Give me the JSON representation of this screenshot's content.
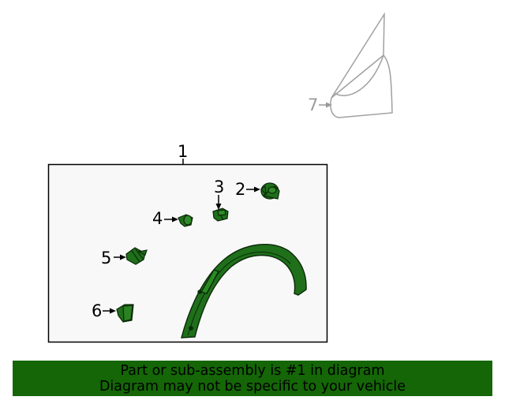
{
  "colors": {
    "part_fill": "#1f6f1b",
    "part_stroke": "#0b2a08",
    "banner_bg": "#146606",
    "ghost_line": "#a0a0a0",
    "box_bg": "#f8f8f8"
  },
  "callouts": {
    "c1": "1",
    "c2": "2",
    "c3": "3",
    "c4": "4",
    "c5": "5",
    "c6": "6",
    "c7": "7"
  },
  "banner": {
    "line1": "Part or sub-assembly is #1 in diagram",
    "line2": "Diagram may not be specific to your vehicle"
  }
}
